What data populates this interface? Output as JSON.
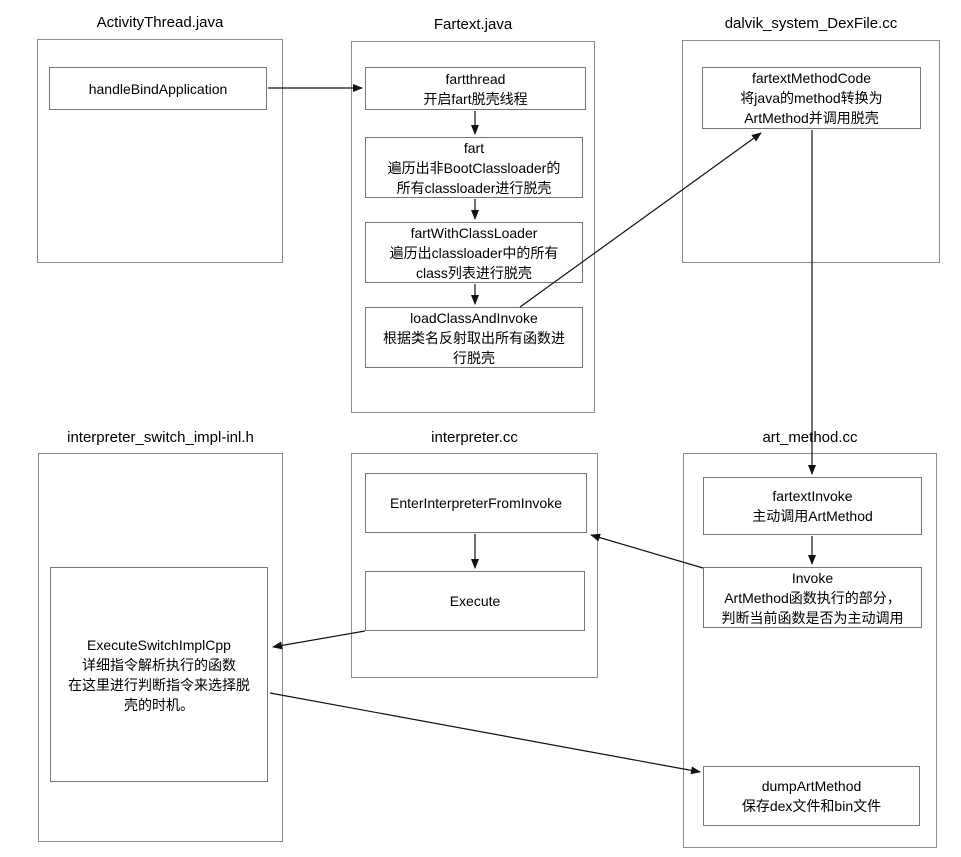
{
  "colors": {
    "background": "#ffffff",
    "panel_border": "#8c8c8c",
    "node_border": "#757575",
    "arrow": "#111111",
    "text": "#000000"
  },
  "panels": {
    "activityThread": {
      "title": "ActivityThread.java"
    },
    "fartext": {
      "title": "Fartext.java"
    },
    "dexFile": {
      "title": "dalvik_system_DexFile.cc"
    },
    "interpreterSwitch": {
      "title": "interpreter_switch_impl-inl.h"
    },
    "interpreter": {
      "title": "interpreter.cc"
    },
    "artMethod": {
      "title": "art_method.cc"
    }
  },
  "nodes": {
    "handleBindApplication": {
      "text": "handleBindApplication"
    },
    "fartthread": {
      "text": "fartthread\n开启fart脱壳线程"
    },
    "fart": {
      "text": "fart\n遍历出非BootClassloader的\n所有classloader进行脱壳"
    },
    "fartWithClassLoader": {
      "text": "fartWithClassLoader\n遍历出classloader中的所有\nclass列表进行脱壳"
    },
    "loadClassAndInvoke": {
      "text": "loadClassAndInvoke\n根据类名反射取出所有函数进\n行脱壳"
    },
    "fartextMethodCode": {
      "text": "fartextMethodCode\n将java的method转换为\nArtMethod并调用脱壳"
    },
    "executeSwitchImplCpp": {
      "text": "ExecuteSwitchImplCpp\n详细指令解析执行的函数\n在这里进行判断指令来选择脱\n壳的时机。"
    },
    "enterInterpreterFromInvoke": {
      "text": "EnterInterpreterFromInvoke"
    },
    "execute": {
      "text": "Execute"
    },
    "fartextInvoke": {
      "text": "fartextInvoke\n主动调用ArtMethod"
    },
    "invoke": {
      "text": "Invoke\nArtMethod函数执行的部分，\n判断当前函数是否为主动调用"
    },
    "dumpArtMethod": {
      "text": "dumpArtMethod\n保存dex文件和bin文件"
    }
  },
  "edges": [
    {
      "from": "handleBindApplication",
      "to": "fartthread"
    },
    {
      "from": "fartthread",
      "to": "fart"
    },
    {
      "from": "fart",
      "to": "fartWithClassLoader"
    },
    {
      "from": "fartWithClassLoader",
      "to": "loadClassAndInvoke"
    },
    {
      "from": "loadClassAndInvoke",
      "to": "fartextMethodCode"
    },
    {
      "from": "fartextMethodCode",
      "to": "fartextInvoke"
    },
    {
      "from": "fartextInvoke",
      "to": "invoke"
    },
    {
      "from": "invoke",
      "to": "enterInterpreterFromInvoke"
    },
    {
      "from": "enterInterpreterFromInvoke",
      "to": "execute"
    },
    {
      "from": "execute",
      "to": "executeSwitchImplCpp"
    },
    {
      "from": "executeSwitchImplCpp",
      "to": "dumpArtMethod"
    }
  ]
}
